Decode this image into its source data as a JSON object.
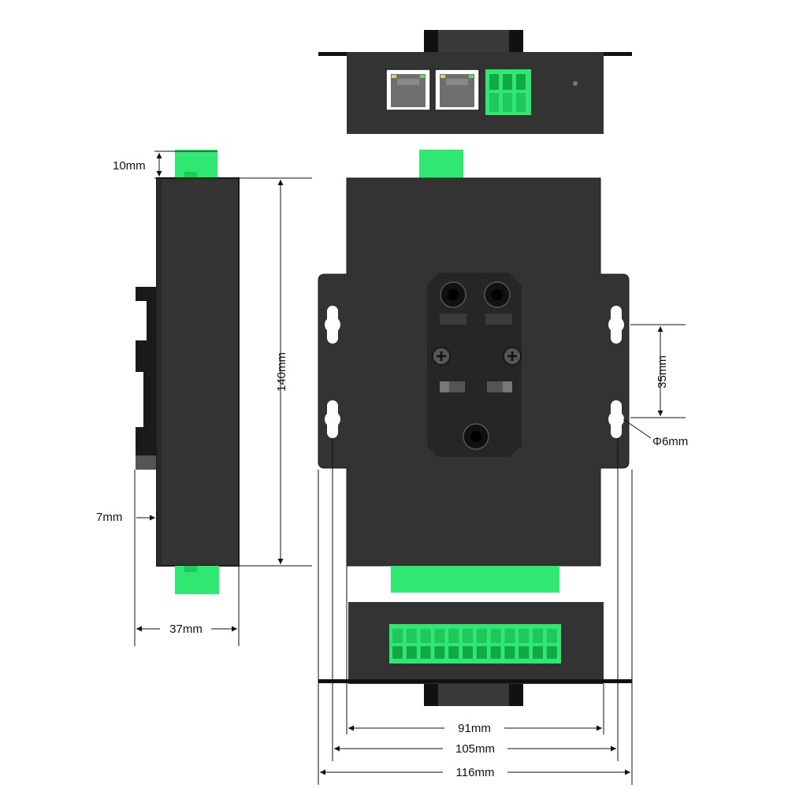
{
  "colors": {
    "body": "#333333",
    "body_dark": "#1f1f1f",
    "terminal_green": "#2ee872",
    "terminal_dark_green": "#12a845",
    "line": "#111111"
  },
  "icons": [
    "rj45-port-icon",
    "screw-icon",
    "terminal-block-icon",
    "mounting-slot-icon"
  ],
  "dimensions": {
    "top_clip": "10mm",
    "height": "140mm",
    "rail_depth": "7mm",
    "depth": "37mm",
    "hole_pitch": "35mm",
    "hole_diameter": "Φ6mm",
    "width_body": "91mm",
    "width_holes": "105mm",
    "width_total": "116mm"
  }
}
